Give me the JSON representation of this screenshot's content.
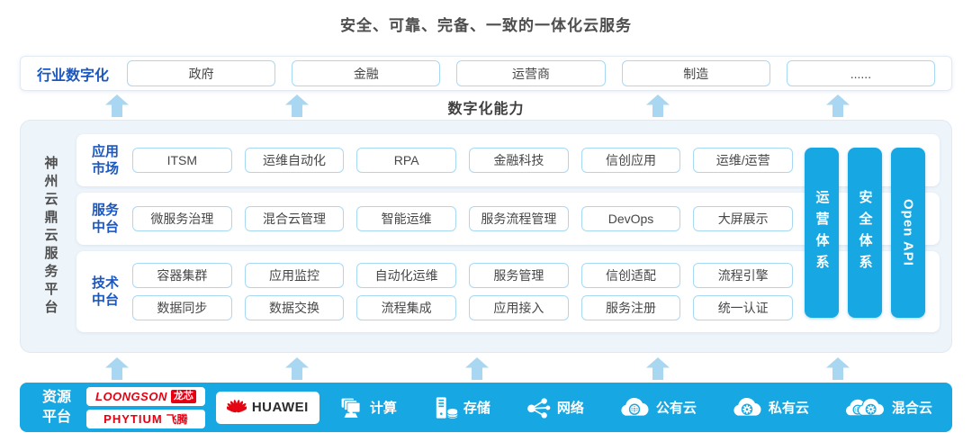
{
  "title": "安全、可靠、完备、一致的一体化云服务",
  "industry_bar": {
    "label": "行业数字化",
    "items": [
      "政府",
      "金融",
      "运营商",
      "制造",
      "......"
    ]
  },
  "digital_capability_label": "数字化能力",
  "platform": {
    "side_label": "神州云鼎云服务平台",
    "rows": [
      {
        "label": "应用市场",
        "items": [
          "ITSM",
          "运维自动化",
          "RPA",
          "金融科技",
          "信创应用",
          "运维/运营"
        ]
      },
      {
        "label": "服务中台",
        "items": [
          "微服务治理",
          "混合云管理",
          "智能运维",
          "服务流程管理",
          "DevOps",
          "大屏展示"
        ]
      },
      {
        "label": "技术中台",
        "items": [
          "容器集群",
          "应用监控",
          "自动化运维",
          "服务管理",
          "信创适配",
          "流程引擎"
        ],
        "items2": [
          "数据同步",
          "数据交换",
          "流程集成",
          "应用接入",
          "服务注册",
          "统一认证"
        ]
      }
    ],
    "pillars": [
      "运营体系",
      "安全体系",
      "Open API"
    ]
  },
  "resource_bar": {
    "label": "资源平台",
    "vendors": {
      "loongson_text": "LOONGSON",
      "loongson_badge": "龙芯",
      "phytium_text": "PHYTIUM",
      "phytium_suffix": "飞腾",
      "huawei_text": "HUAWEI"
    },
    "resources": [
      {
        "icon": "compute-icon",
        "label": "计算"
      },
      {
        "icon": "storage-icon",
        "label": "存储"
      },
      {
        "icon": "network-icon",
        "label": "网络"
      },
      {
        "icon": "public-cloud-icon",
        "label": "公有云"
      },
      {
        "icon": "private-cloud-icon",
        "label": "私有云"
      },
      {
        "icon": "hybrid-cloud-icon",
        "label": "混合云"
      }
    ]
  },
  "colors": {
    "primary_blue": "#17a7e3",
    "arrow_blue": "#a9d6f1",
    "box_border": "#a8d9f3",
    "label_blue": "#1b57c0",
    "vendor_red": "#e60012"
  }
}
